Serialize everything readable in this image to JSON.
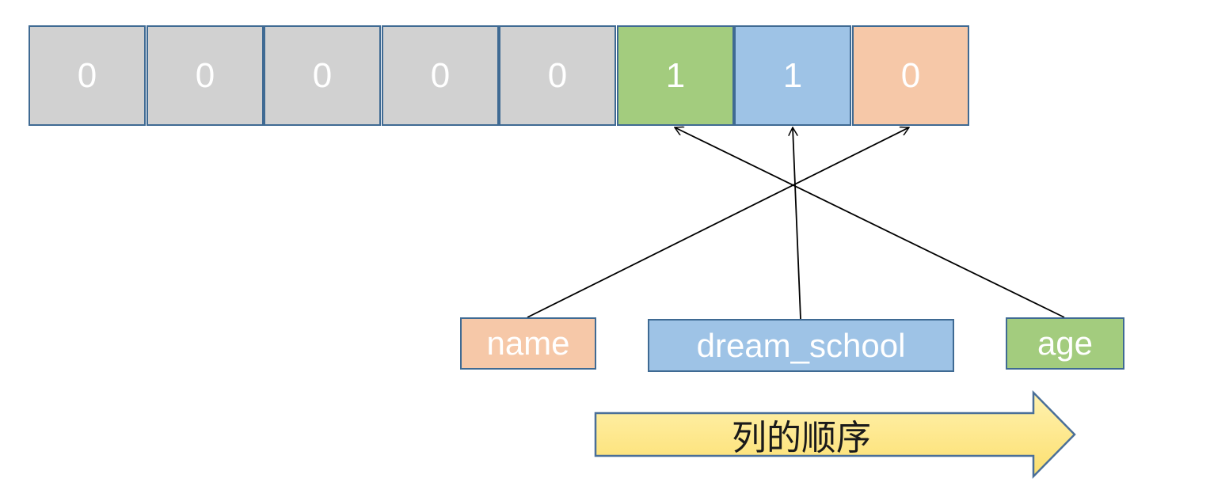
{
  "bitmap": {
    "cells": [
      {
        "value": "0",
        "color": "gray"
      },
      {
        "value": "0",
        "color": "gray"
      },
      {
        "value": "0",
        "color": "gray"
      },
      {
        "value": "0",
        "color": "gray"
      },
      {
        "value": "0",
        "color": "gray"
      },
      {
        "value": "1",
        "color": "green"
      },
      {
        "value": "1",
        "color": "blue"
      },
      {
        "value": "0",
        "color": "orange"
      }
    ]
  },
  "columns": {
    "name": "name",
    "dream_school": "dream_school",
    "age": "age"
  },
  "order_arrow": {
    "label": "列的顺序"
  },
  "colors": {
    "gray": "#d1d1d1",
    "green": "#a3cc7e",
    "blue": "#9ec3e6",
    "orange": "#f6c8a8",
    "border": "#3f6a93",
    "arrow_fill": "#fde98a"
  }
}
